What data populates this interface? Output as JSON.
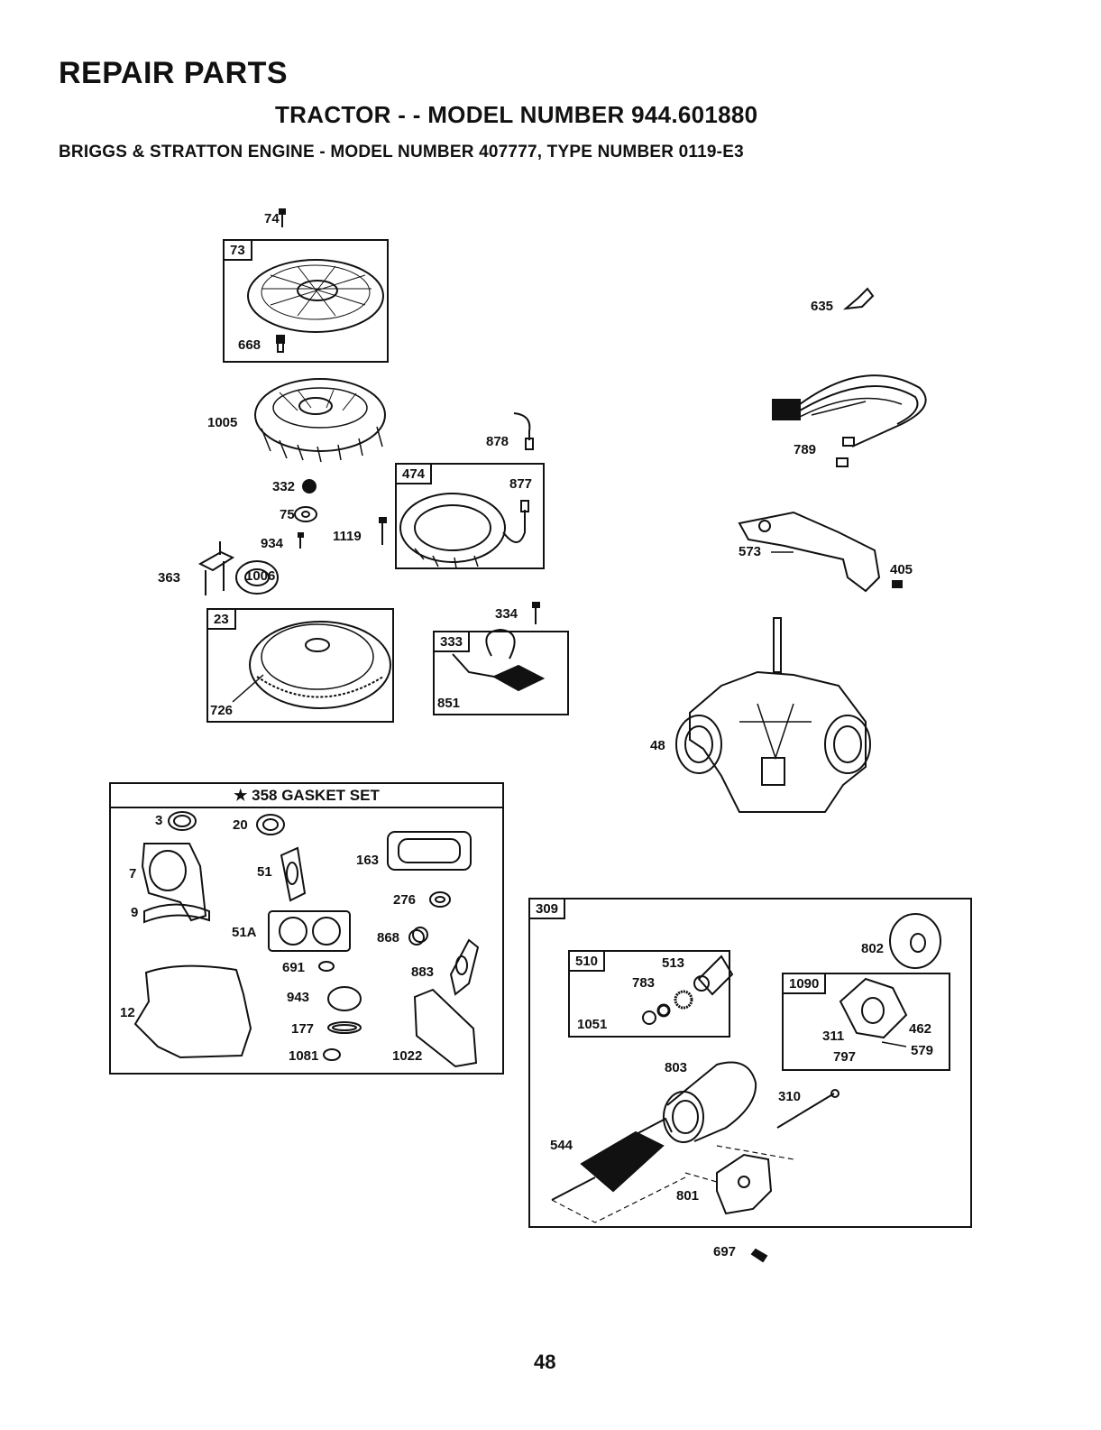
{
  "header": {
    "title": "REPAIR PARTS",
    "subtitle": "TRACTOR - - MODEL NUMBER 944.601880",
    "engine_line": "BRIGGS & STRATTON ENGINE - MODEL NUMBER 407777, TYPE NUMBER 0119-E3"
  },
  "boxes": {
    "b73": "73",
    "b474": "474",
    "b23": "23",
    "b333": "333",
    "b309": "309",
    "b510": "510",
    "b1090": "1090"
  },
  "gasket_set": {
    "title": "★ 358 GASKET SET"
  },
  "labels": {
    "p74": "74",
    "p668": "668",
    "p1005": "1005",
    "p878": "878",
    "p877": "877",
    "p332": "332",
    "p75": "75",
    "p1119": "1119",
    "p934": "934",
    "p363": "363",
    "p1006": "1006",
    "p334": "334",
    "p726": "726",
    "p851": "851",
    "p635": "635",
    "p789": "789",
    "p573": "573",
    "p405": "405",
    "p48": "48",
    "p3": "3",
    "p20": "20",
    "p7": "7",
    "p51": "51",
    "p163": "163",
    "p276": "276",
    "p9": "9",
    "p51A": "51A",
    "p868": "868",
    "p691": "691",
    "p883": "883",
    "p943": "943",
    "p12": "12",
    "p177": "177",
    "p1081": "1081",
    "p1022": "1022",
    "p513": "513",
    "p783": "783",
    "p1051": "1051",
    "p802": "802",
    "p311": "311",
    "p462": "462",
    "p797": "797",
    "p579": "579",
    "p803": "803",
    "p310": "310",
    "p544": "544",
    "p801": "801",
    "p697": "697"
  },
  "page_number": "48"
}
